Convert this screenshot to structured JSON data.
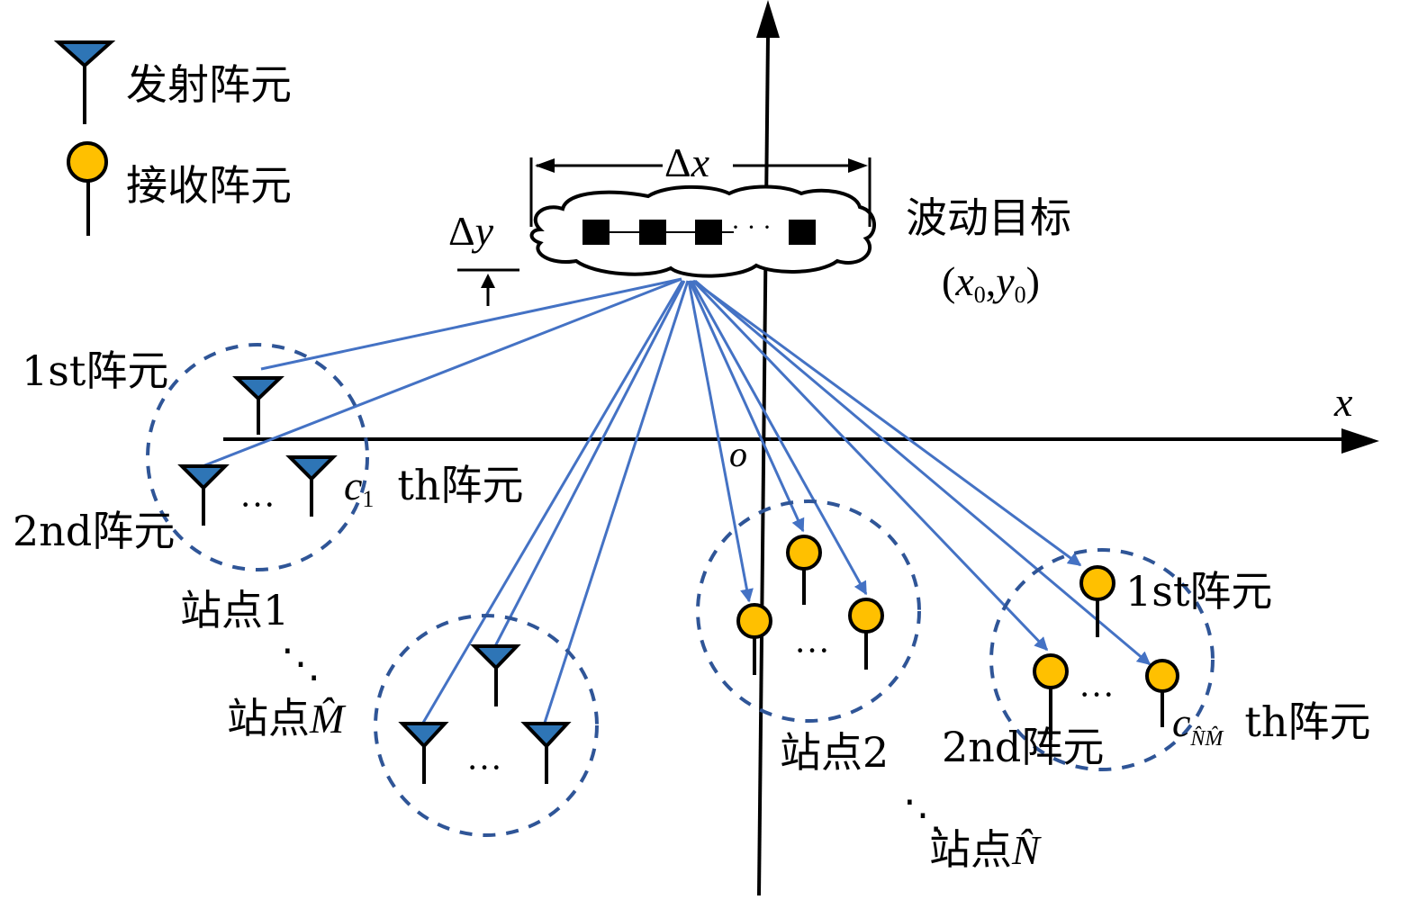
{
  "colors": {
    "transmit_fill": "#2E75B6",
    "receive_fill": "#FFC000",
    "ray": "#4472C4",
    "station_circle": "#2F5597",
    "ink": "#000000"
  },
  "legend": {
    "transmit_label": "发射阵元",
    "receive_label": "接收阵元"
  },
  "axes": {
    "x_label": "x",
    "origin_label": "o"
  },
  "target": {
    "label": "波动目标",
    "coord_open": "(",
    "coord_x": "x",
    "coord_x_sub": "0",
    "coord_comma": ",",
    "coord_y": "y",
    "coord_y_sub": "0",
    "coord_close": ")",
    "delta_x_symbol": "Δ",
    "delta_x_var": "x",
    "delta_y_symbol": "Δ",
    "delta_y_var": "y",
    "scatterer_ellipsis": "· · ·"
  },
  "station_1": {
    "name": "站点1",
    "first_element": "1st阵元",
    "second_element": "2nd阵元",
    "last_element_var": "c",
    "last_element_sub": "1",
    "last_element_suffix": "th阵元",
    "ellipsis": "···"
  },
  "station_M": {
    "name_prefix": "站点",
    "name_var": "M̂",
    "vertical_dots": "⋱",
    "ellipsis": "···"
  },
  "station_2": {
    "name": "站点2",
    "ellipsis": "···"
  },
  "station_N": {
    "name_prefix": "站点",
    "name_var": "N̂",
    "vertical_dots": "⋱",
    "first_element": "1st阵元",
    "second_element": "2nd阵元",
    "last_element_var": "c",
    "last_element_sub": "N̂M̂",
    "last_element_suffix": "th阵元",
    "ellipsis": "···"
  }
}
